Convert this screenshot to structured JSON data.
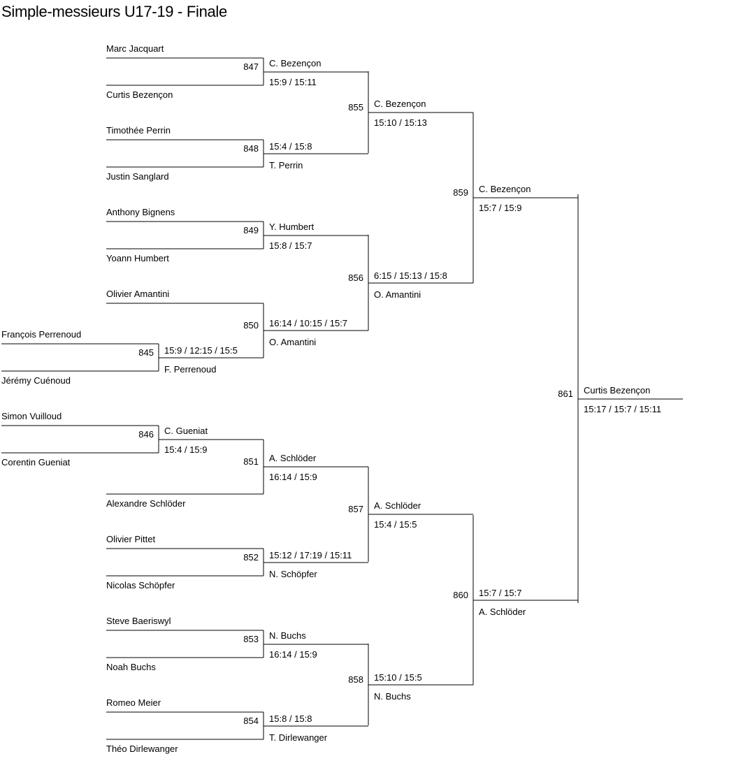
{
  "title": "Simple-messieurs U17-19 - Finale",
  "line_color": "#000000",
  "qualifiers": [
    {
      "match": "845",
      "player1": "François Perrenoud",
      "player2": "Jérémy Cuénoud",
      "winner": "F. Perrenoud",
      "score": "15:9 / 12:15 / 15:5"
    },
    {
      "match": "846",
      "player1": "Simon Vuilloud",
      "player2": "Corentin Gueniat",
      "winner": "C. Gueniat",
      "score": "15:4 / 15:9"
    }
  ],
  "round1": [
    {
      "match": "847",
      "player1": "Marc Jacquart",
      "player2": "Curtis Bezençon",
      "winner": "C. Bezençon",
      "score": "15:9 / 15:11"
    },
    {
      "match": "848",
      "player1": "Timothée Perrin",
      "player2": "Justin Sanglard",
      "winner": "T. Perrin",
      "score": "15:4 / 15:8"
    },
    {
      "match": "849",
      "player1": "Anthony Bignens",
      "player2": "Yoann Humbert",
      "winner": "Y. Humbert",
      "score": "15:8 / 15:7"
    },
    {
      "match": "850",
      "player1": "Olivier Amantini",
      "player2": "",
      "winner": "O. Amantini",
      "score": "16:14 / 10:15 / 15:7"
    },
    {
      "match": "851",
      "player1": "",
      "player2": "Alexandre Schlöder",
      "winner": "A. Schlöder",
      "score": "16:14 / 15:9"
    },
    {
      "match": "852",
      "player1": "Olivier Pittet",
      "player2": "Nicolas Schöpfer",
      "winner": "N. Schöpfer",
      "score": "15:12 / 17:19 / 15:11"
    },
    {
      "match": "853",
      "player1": "Steve Baeriswyl",
      "player2": "Noah Buchs",
      "winner": "N. Buchs",
      "score": "16:14 / 15:9"
    },
    {
      "match": "854",
      "player1": "Romeo Meier",
      "player2": "Théo Dirlewanger",
      "winner": "T. Dirlewanger",
      "score": "15:8 / 15:8"
    }
  ],
  "quarterfinals": [
    {
      "match": "855",
      "winner": "C. Bezençon",
      "score": "15:10 / 15:13"
    },
    {
      "match": "856",
      "winner": "O. Amantini",
      "score": "6:15 / 15:13 / 15:8"
    },
    {
      "match": "857",
      "winner": "A. Schlöder",
      "score": "15:4 / 15:5"
    },
    {
      "match": "858",
      "winner": "N. Buchs",
      "score": "15:10 / 15:5"
    }
  ],
  "semifinals": [
    {
      "match": "859",
      "winner": "C. Bezençon",
      "score": "15:7 / 15:9"
    },
    {
      "match": "860",
      "winner": "A. Schlöder",
      "score": "15:7 / 15:7"
    }
  ],
  "final": {
    "match": "861",
    "winner": "Curtis Bezençon",
    "score": "15:17 / 15:7 / 15:11"
  }
}
